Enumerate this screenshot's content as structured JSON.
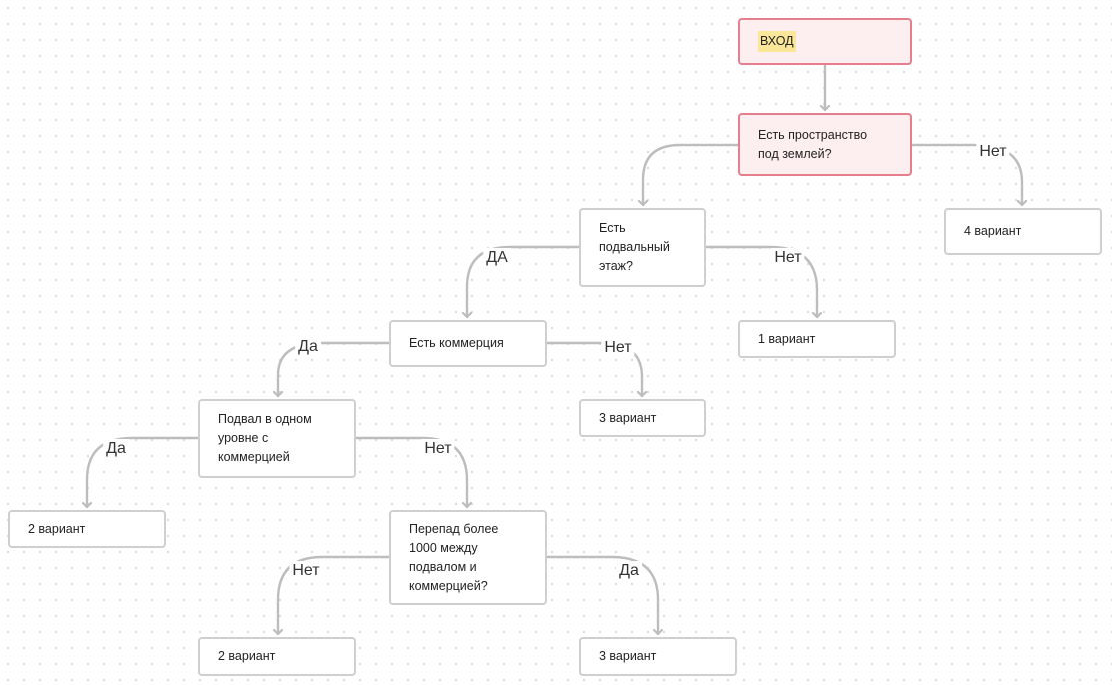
{
  "nodes": [
    {
      "id": "start",
      "text": "ВХОД"
    },
    {
      "id": "underground",
      "text": "Есть пространство\nпод землей?"
    },
    {
      "id": "basement",
      "text": "Есть\nподвальный\nэтаж?"
    },
    {
      "id": "variant4",
      "text": "4 вариант"
    },
    {
      "id": "commerce",
      "text": "Есть коммерция"
    },
    {
      "id": "variant1",
      "text": "1 вариант"
    },
    {
      "id": "samelevel",
      "text": "Подвал в одном\nуровне с\nкоммерцией"
    },
    {
      "id": "variant3a",
      "text": "3 вариант"
    },
    {
      "id": "variant2a",
      "text": "2 вариант"
    },
    {
      "id": "drop",
      "text": "Перепад более\n1000 между\nподвалом и\nкоммерцией?"
    },
    {
      "id": "variant2b",
      "text": "2 вариант"
    },
    {
      "id": "variant3b",
      "text": "3 вариант"
    }
  ],
  "edges": [
    {
      "from": "start",
      "to": "underground",
      "label": ""
    },
    {
      "from": "underground",
      "to": "basement",
      "label": ""
    },
    {
      "from": "underground",
      "to": "variant4",
      "label": "Нет"
    },
    {
      "from": "basement",
      "to": "commerce",
      "label": "ДА"
    },
    {
      "from": "basement",
      "to": "variant1",
      "label": "Нет"
    },
    {
      "from": "commerce",
      "to": "samelevel",
      "label": "Да"
    },
    {
      "from": "commerce",
      "to": "variant3a",
      "label": "Нет"
    },
    {
      "from": "samelevel",
      "to": "variant2a",
      "label": "Да"
    },
    {
      "from": "samelevel",
      "to": "drop",
      "label": "Нет"
    },
    {
      "from": "drop",
      "to": "variant2b",
      "label": "Нет"
    },
    {
      "from": "drop",
      "to": "variant3b",
      "label": "Да"
    }
  ],
  "colors": {
    "start_fill": "#fdeef0",
    "start_border": "#e57f8e",
    "node_border": "#cfcfcf",
    "connector": "#bdbdbd",
    "highlight": "#fbe79a"
  }
}
